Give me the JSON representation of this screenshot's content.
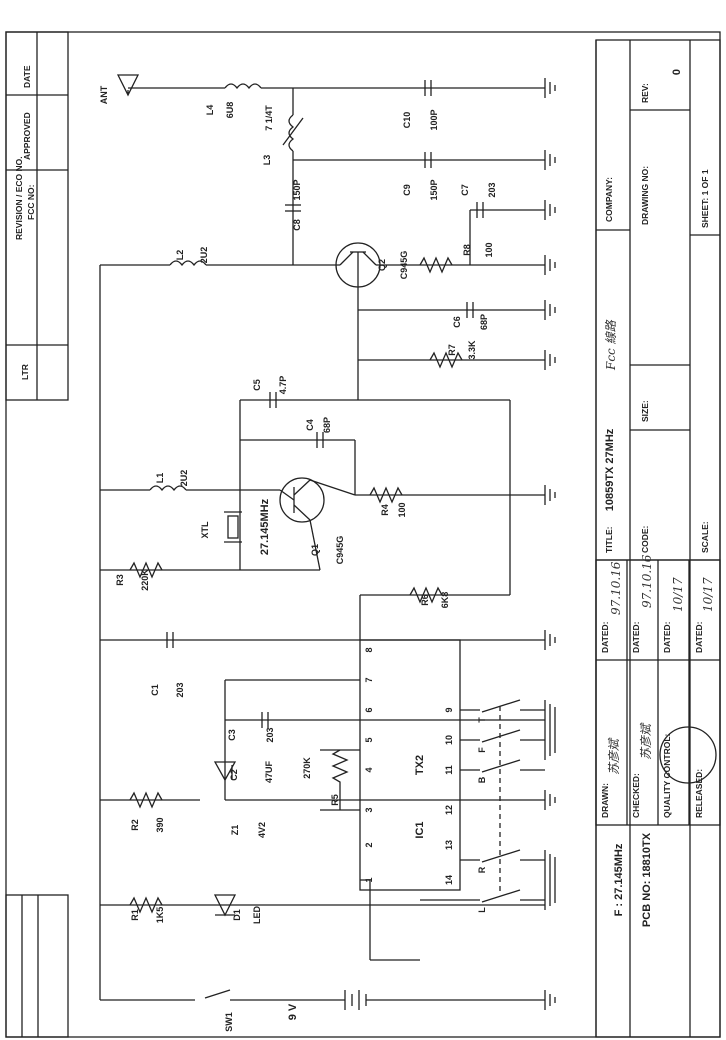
{
  "schematic": {
    "antenna": "ANT",
    "components": {
      "L4": {
        "ref": "L4",
        "value": "6U8"
      },
      "L3": {
        "ref": "L3",
        "value": "7 1/4T"
      },
      "C10": {
        "ref": "C10",
        "value": "100P"
      },
      "C9": {
        "ref": "C9",
        "value": "150P"
      },
      "C7": {
        "ref": "C7",
        "value": "203"
      },
      "C8": {
        "ref": "C8",
        "value": "150P"
      },
      "Q2": {
        "ref": "Q2",
        "value": "C945G"
      },
      "L2": {
        "ref": "L2",
        "value": "2U2"
      },
      "R8": {
        "ref": "R8",
        "value": "100"
      },
      "C6": {
        "ref": "C6",
        "value": "68P"
      },
      "R7": {
        "ref": "R7",
        "value": "3.3K"
      },
      "C5": {
        "ref": "C5",
        "value": "4.7P"
      },
      "C4": {
        "ref": "C4",
        "value": "68P"
      },
      "L1": {
        "ref": "L1",
        "value": "2U2"
      },
      "XTL": {
        "ref": "XTL",
        "value": "27.145MHz"
      },
      "Q1": {
        "ref": "Q1",
        "value": "C945G"
      },
      "R4": {
        "ref": "R4",
        "value": "100"
      },
      "R3": {
        "ref": "R3",
        "value": "220K"
      },
      "R6": {
        "ref": "R6",
        "value": "6K8"
      },
      "C1": {
        "ref": "C1",
        "value": "203"
      },
      "C3": {
        "ref": "C3",
        "value": "203"
      },
      "C2": {
        "ref": "C2",
        "value": "47UF"
      },
      "R5": {
        "ref": "R5",
        "value": "270K"
      },
      "R2": {
        "ref": "R2",
        "value": "390"
      },
      "Z1": {
        "ref": "Z1",
        "value": "4V2"
      },
      "R1": {
        "ref": "R1",
        "value": "1K5"
      },
      "D1": {
        "ref": "D1",
        "value": "LED"
      },
      "SW1": {
        "ref": "SW1"
      },
      "battery": {
        "value": "9 V"
      }
    },
    "ic": {
      "name": "TX2",
      "ref": "IC1",
      "pins": [
        "8",
        "7",
        "6",
        "5",
        "4",
        "3",
        "2",
        "1"
      ],
      "pins_right": [
        "9",
        "10",
        "11",
        "12",
        "13",
        "14"
      ]
    },
    "switches": [
      "T",
      "F",
      "B",
      "R",
      "L"
    ],
    "notes": {
      "frequency": "F : 27.145MHz",
      "pcb": "PCB NO: 18810TX"
    }
  },
  "revision_block": {
    "ltr": "LTR",
    "revision": "REVISION / ECO NO.",
    "fcc_no": "FCC NO:",
    "approved": "APPROVED",
    "date": "DATE"
  },
  "title_block": {
    "title_label": "TITLE:",
    "title": "10859TX  27MHz",
    "title_note": "Fcc 線路",
    "company_label": "COMPANY:",
    "rev_label": "REV:",
    "rev": "0",
    "code_label": "CODE:",
    "size_label": "SIZE:",
    "drawing_no_label": "DRAWING NO:",
    "scale_label": "SCALE:",
    "sheet": "SHEET: 1  OF  1",
    "drawn_label": "DRAWN:",
    "drawn_by": "苏彦斌",
    "drawn_date": "97.10.16",
    "checked_label": "CHECKED:",
    "checked_by": "苏彦斌",
    "checked_date": "97.10.16",
    "qc_label": "QUALITY CONTROL:",
    "qc_date": "10/17",
    "released_label": "RELEASED:",
    "released_date": "10/17",
    "dated_label": "DATED:"
  }
}
